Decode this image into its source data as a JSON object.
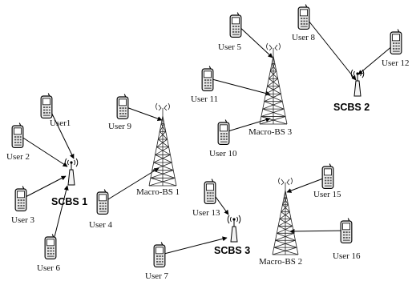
{
  "macro_stations": [
    {
      "id": "mbs1",
      "label": "Macro-BS 1"
    },
    {
      "id": "mbs2",
      "label": "Macro-BS 2"
    },
    {
      "id": "mbs3",
      "label": "Macro-BS 3"
    }
  ],
  "small_cells": [
    {
      "id": "scbs1",
      "label": "SCBS 1"
    },
    {
      "id": "scbs2",
      "label": "SCBS 2"
    },
    {
      "id": "scbs3",
      "label": "SCBS 3"
    }
  ],
  "users": [
    {
      "id": "u1",
      "label": "User1",
      "connects_to": "scbs1"
    },
    {
      "id": "u2",
      "label": "User 2",
      "connects_to": "scbs1"
    },
    {
      "id": "u3",
      "label": "User 3",
      "connects_to": "scbs1"
    },
    {
      "id": "u4",
      "label": "User 4",
      "connects_to": "mbs1"
    },
    {
      "id": "u5",
      "label": "User 5",
      "connects_to": "mbs3"
    },
    {
      "id": "u6",
      "label": "User 6",
      "connects_to": "scbs1"
    },
    {
      "id": "u7",
      "label": "User 7",
      "connects_to": "scbs3"
    },
    {
      "id": "u8",
      "label": "User 8",
      "connects_to": "scbs2"
    },
    {
      "id": "u9",
      "label": "User 9",
      "connects_to": "mbs1"
    },
    {
      "id": "u10",
      "label": "User 10",
      "connects_to": "mbs3"
    },
    {
      "id": "u11",
      "label": "User 11",
      "connects_to": "mbs3"
    },
    {
      "id": "u12",
      "label": "User 12",
      "connects_to": "scbs2"
    },
    {
      "id": "u13",
      "label": "User 13",
      "connects_to": "scbs3"
    },
    {
      "id": "u15",
      "label": "User 15",
      "connects_to": "mbs2"
    },
    {
      "id": "u16",
      "label": "User 16",
      "connects_to": "mbs2"
    }
  ]
}
